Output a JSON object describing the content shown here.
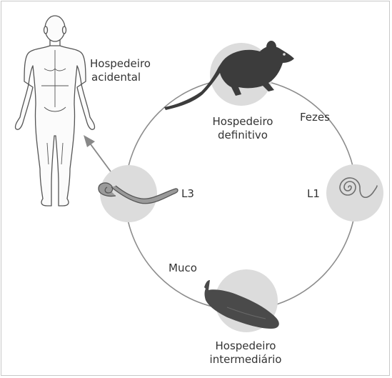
{
  "labels": {
    "accidental_host": [
      "Hospedeiro",
      "acidental"
    ],
    "definitive_host": [
      "Hospedeiro",
      "definitivo"
    ],
    "intermediate_host": [
      "Hospedeiro",
      "intermediário"
    ],
    "feces": "Fezes",
    "l1": "L1",
    "l3": "L3",
    "mucus": "Muco"
  },
  "colors": {
    "circle_stroke": "#8c8c8c",
    "stage_bubble": "#dcdcdc",
    "rat": "#3c3c3c",
    "slug": "#4a4a4a",
    "larva": "#9a9a9a",
    "human_outline": "#555555",
    "text": "#333333"
  },
  "icons": {
    "human": "human-figure-icon",
    "rat": "rat-icon",
    "slug": "slug-icon",
    "l1_larva": "coiled-larva-icon",
    "l3_larva": "larva-icon",
    "arrow": "arrow-icon"
  }
}
